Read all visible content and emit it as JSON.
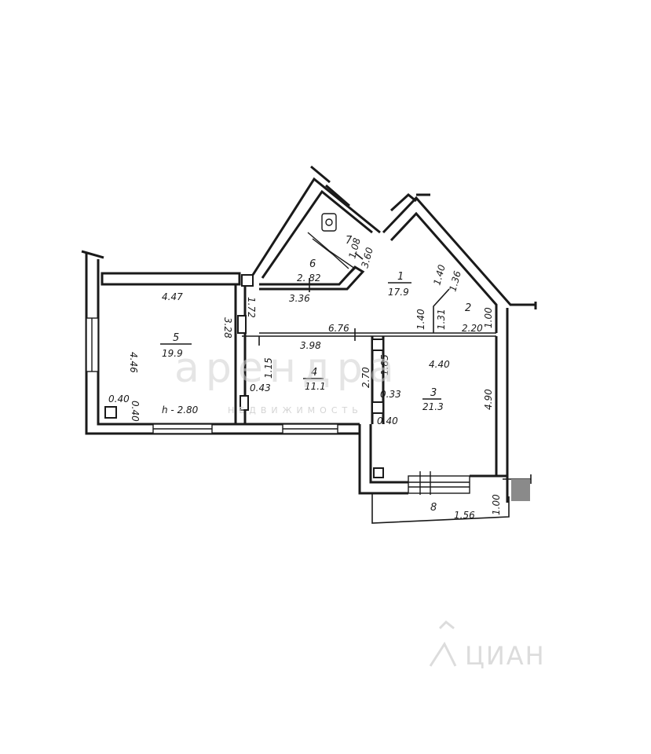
{
  "rooms": [
    {
      "number": "1",
      "area": "17.9"
    },
    {
      "number": "2",
      "area": ""
    },
    {
      "number": "3",
      "area": "21.3"
    },
    {
      "number": "4",
      "area": "11.1"
    },
    {
      "number": "5",
      "area": "19.9"
    },
    {
      "number": "6",
      "area": ""
    },
    {
      "number": "7",
      "area": ""
    },
    {
      "number": "8",
      "area": ""
    }
  ],
  "dimensions": {
    "d_447": "4.47",
    "d_446": "4.46",
    "d_328": "3.28",
    "d_040_a": "0.40",
    "d_040_b": "0.40",
    "d_h": "h - 2.80",
    "d_172": "1.72",
    "d_336": "3.36",
    "d_282": "2. 82",
    "d_108": "1.08",
    "d_360": "3.60",
    "d_676": "6.76",
    "d_140": "1.40",
    "d_136": "1.36",
    "d_140_v": "1.40",
    "d_131": "1.31",
    "d_220": "2.20",
    "d_100": "1.00",
    "d_398": "3.98",
    "d_115": "1.15",
    "d_043": "0.43",
    "d_270": "2.70",
    "d_185": "1.85",
    "d_033": "0.33",
    "d_440": "4.40",
    "d_490": "4.90",
    "d_040_c": "0.40",
    "d_156": "1.56",
    "d_100_b": "1.00"
  },
  "watermark": {
    "brand": "арендра",
    "tagline": "НЕДВИЖИМОСТЬ",
    "corner": "ЦИАН"
  },
  "colors": {
    "line": "#1a1a1a",
    "watermark": "#cfcfcf",
    "marker": "#8a8a8a"
  }
}
